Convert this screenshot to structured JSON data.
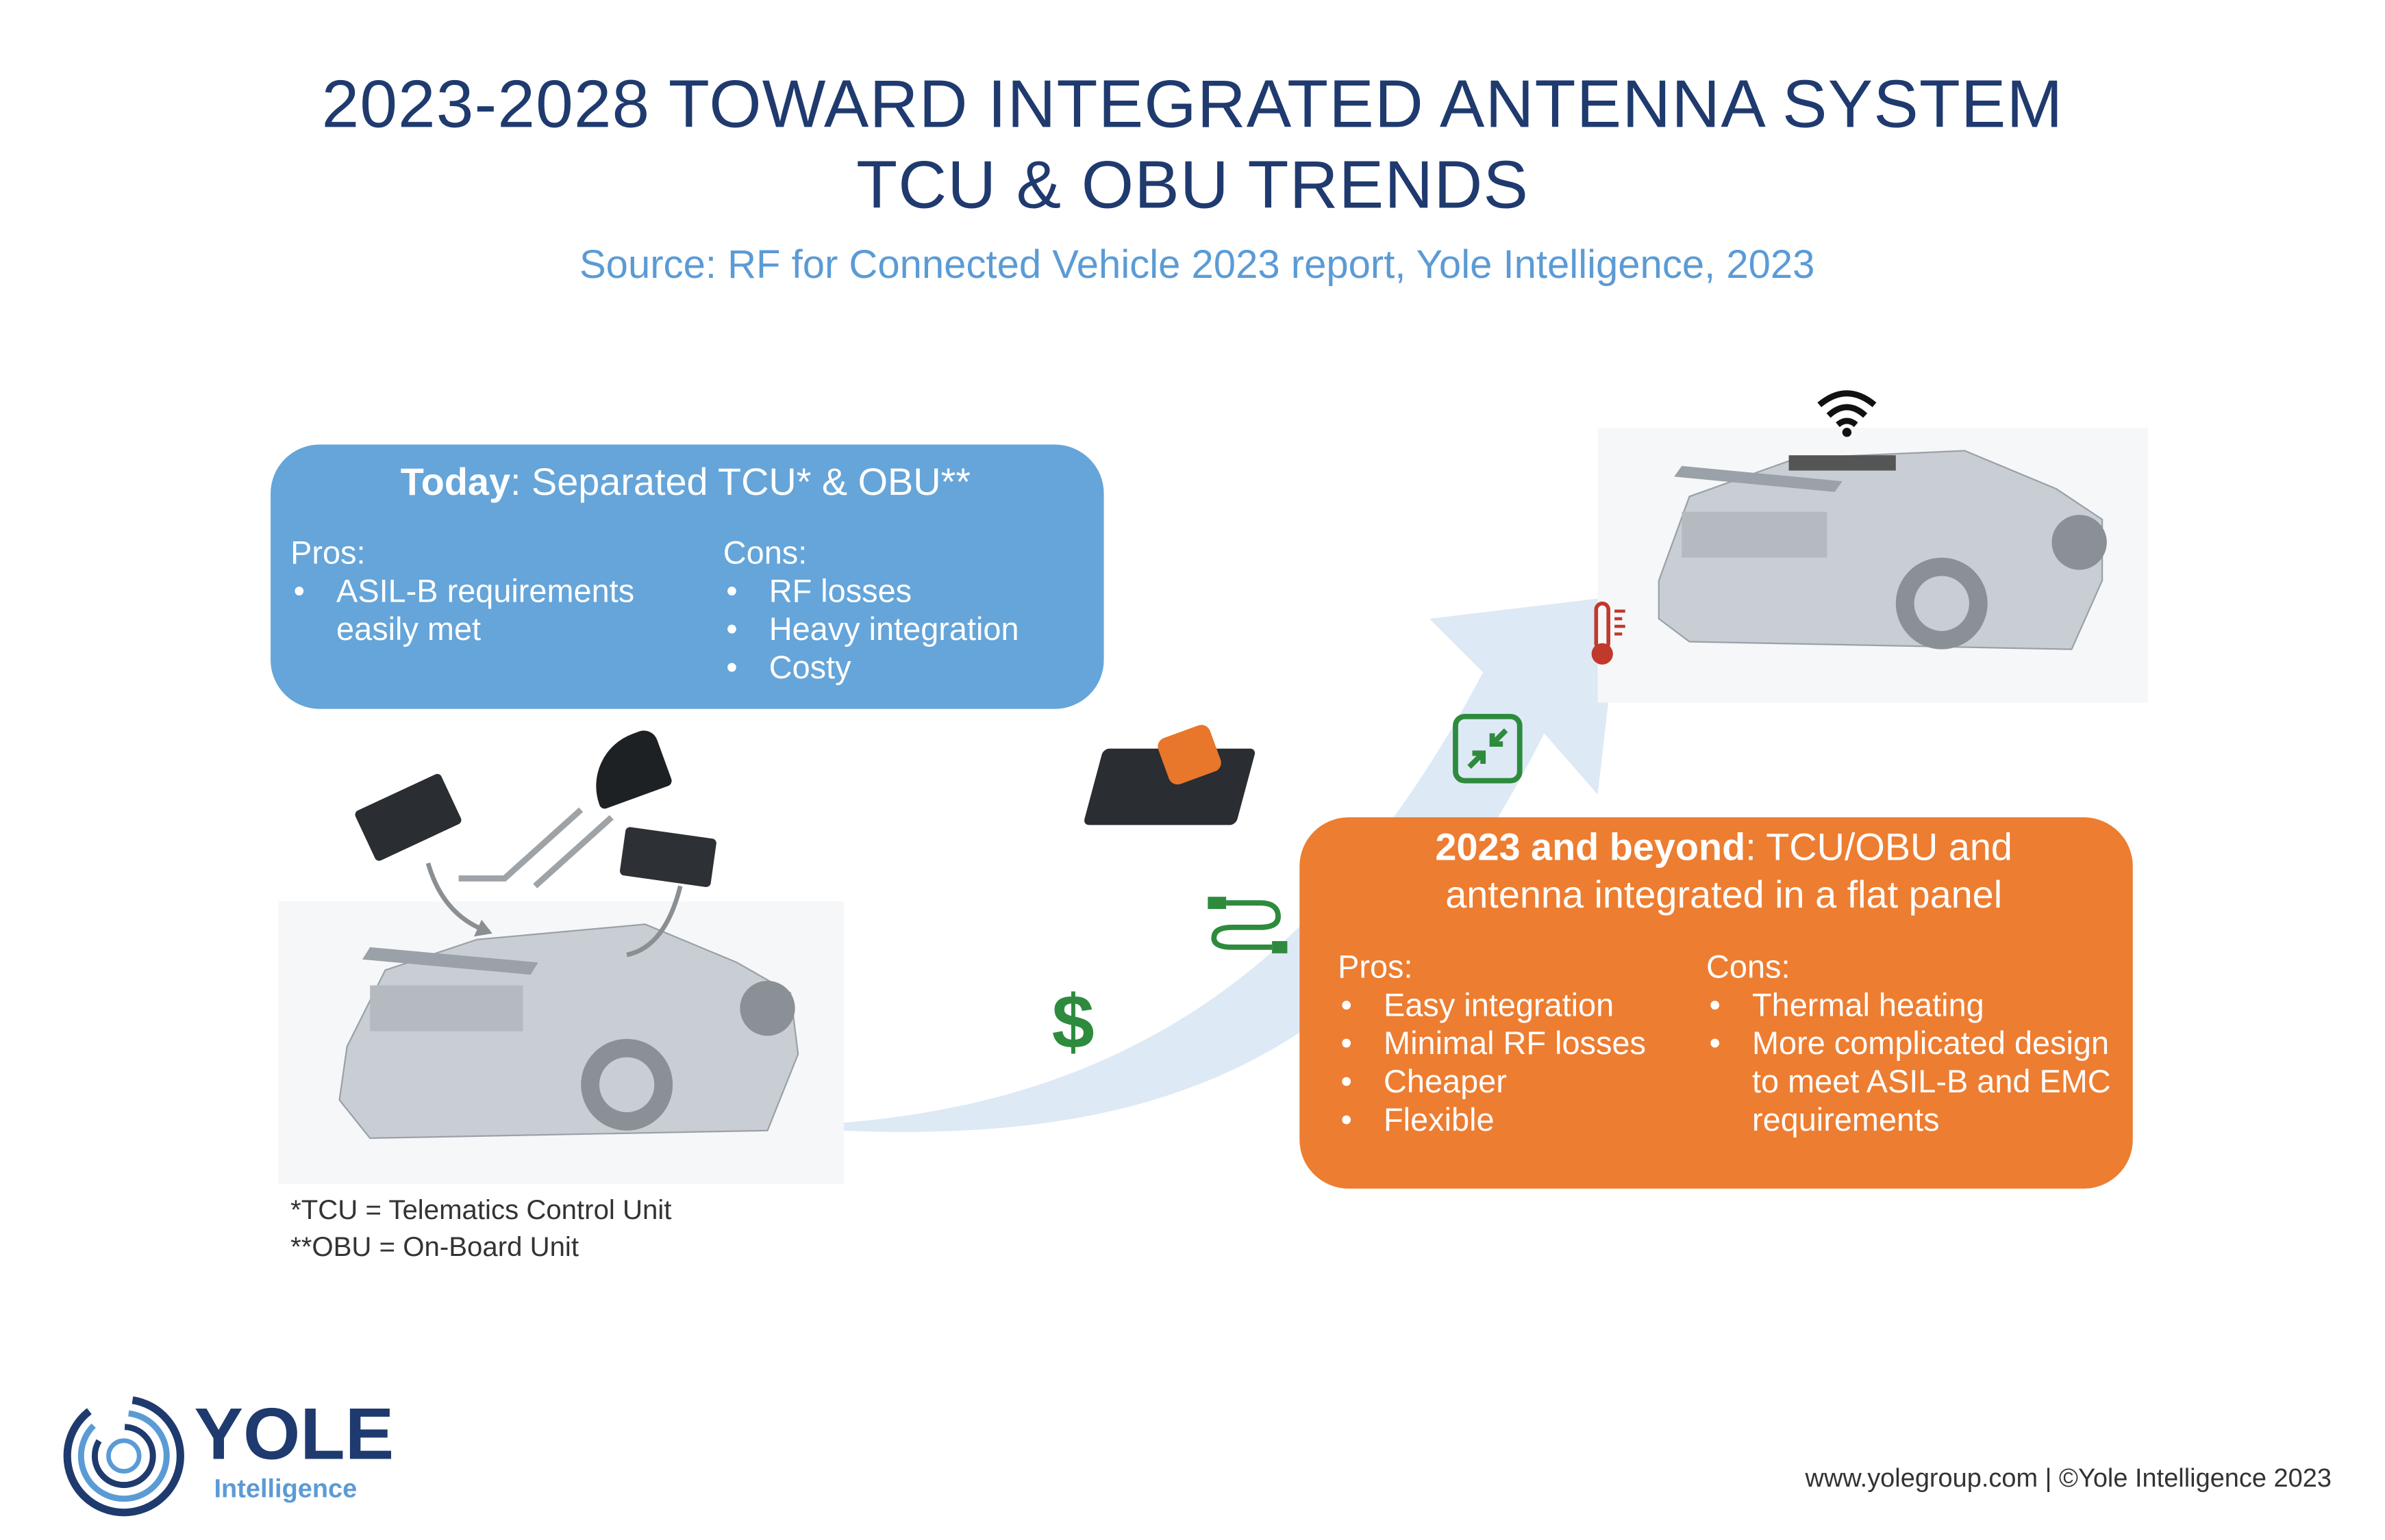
{
  "header": {
    "title_line1": "2023-2028 TOWARD INTEGRATED ANTENNA SYSTEM",
    "title_line2": "TCU & OBU TRENDS",
    "source": "Source: RF for Connected Vehicle 2023 report, Yole Intelligence, 2023"
  },
  "today": {
    "title_bold": "Today",
    "title_rest": ": Separated TCU* & OBU**",
    "pros_label": "Pros:",
    "pros": [
      "ASIL-B  requirements easily met"
    ],
    "cons_label": "Cons:",
    "cons": [
      "RF losses",
      "Heavy integration",
      "Costy"
    ]
  },
  "future": {
    "title_bold": "2023 and beyond",
    "title_rest": ": TCU/OBU and",
    "title_line2": "antenna integrated in a flat panel",
    "pros_label": "Pros:",
    "pros": [
      "Easy integration",
      "Minimal RF losses",
      "Cheaper",
      "Flexible"
    ],
    "cons_label": "Cons:",
    "cons": [
      "Thermal heating",
      "More complicated design to meet ASIL-B and EMC requirements"
    ]
  },
  "footnotes": [
    "*TCU = Telematics Control Unit",
    "**OBU = On-Board Unit"
  ],
  "icons": {
    "dollar": "$",
    "colors": {
      "green": "#2e8b3e",
      "red": "#c0392b",
      "blue": "#65a5d9",
      "orange": "#ed7d31",
      "navy": "#1f3a6e"
    }
  },
  "logo": {
    "name": "YOLE",
    "sub": "Intelligence"
  },
  "footer": {
    "copyright": "www.yolegroup.com | ©Yole Intelligence 2023"
  }
}
